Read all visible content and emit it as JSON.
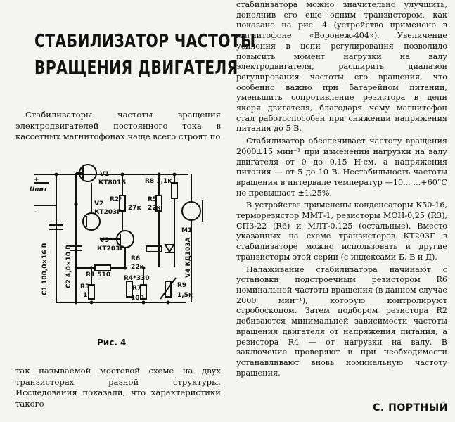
{
  "article": {
    "title_line1": "СТАБИЛИЗАТОР ЧАСТОТЫ",
    "title_line2": "ВРАЩЕНИЯ ДВИГАТЕЛЯ",
    "left_p1": "Стабилизаторы частоты вращения электродвигателей постоянного тока в кассетных магнитофонах чаще всего строят по",
    "left_p2": "так называемой мостовой схеме на двух транзисторах разной структуры. Исследования показали, что характеристики такого",
    "right_p1": "стабилизатора можно значительно улучшить, дополнив его еще одним транзистором, как показано на рис. 4 (устройство применено в магнитофоне «Воронеж-404»). Увеличение усиления в цепи регулирования позволило повысить момент нагрузки на валу электродвигателя, расширить диапазон регулирования частоты его вращения, что особенно важно при батарейном питании, уменьшить сопротивление резистора в цепи якоря двигателя, благодаря чему магнитофон стал работоспособен при снижении напряжения питания до 5 В.",
    "right_p2": "Стабилизатор обеспечивает частоту вращения 2000±15 мин⁻¹ при изменении нагрузки на валу двигателя от 0 до 0,15 Н·см, а напряжения питания — от 5 до 10 В. Нестабильность частоты вращения в интервале температур —10... ...+60°С не превышает ±1,25%.",
    "right_p3": "В устройстве применены конденсаторы К50-16, терморезистор ММТ-1, резисторы МОН-0,25 (R3), СПЗ-22 (R6) и МЛТ-0,125 (остальные). Вместо указанных на схеме транзисторов КТ203Г в стабилизаторе можно использовать и другие транзисторы этой серии (с индексами Б, В и Д).",
    "right_p4": "Налаживание стабилизатора начинают с установки подстроечным резистором R6 номинальной частоты вращения (в данном случае 2000 мин⁻¹), которую контролируют стробоскопом. Затем подбором резистора R2 добиваются минимальной зависимости частоты вращения двигателя от напряжения питания, а резистора R4 — от нагрузки на валу. В заключение проверяют и при необходимости устанавливают вновь номинальную частоту вращения.",
    "author": "С. ПОРТНЫЙ",
    "caption": "Рис. 4"
  },
  "schematic": {
    "u_label": "Uпит",
    "plus": "+",
    "minus": "–",
    "v1": "V1",
    "v1_type": "КТ801Б",
    "v2": "V2",
    "v2_type": "КТ203Г",
    "v3": "V3",
    "v3_type": "КТ203Г",
    "v4": "V4 КД103А",
    "m1": "M1",
    "r1": "R1 510",
    "r2": "R2*",
    "r2_val": "27к",
    "r3": "R3",
    "r3_val": "1",
    "r4": "R4*330",
    "r5": "R5",
    "r5_val": "22к",
    "r6": "R6",
    "r6_val": "22к",
    "r7": "R7",
    "r7_val": "100",
    "r8": "R8 1,1к",
    "r9": "R9",
    "r9_val": "1,5к",
    "c1": "C1 100,0×16 В",
    "c2": "C2 4,0×10 В"
  }
}
